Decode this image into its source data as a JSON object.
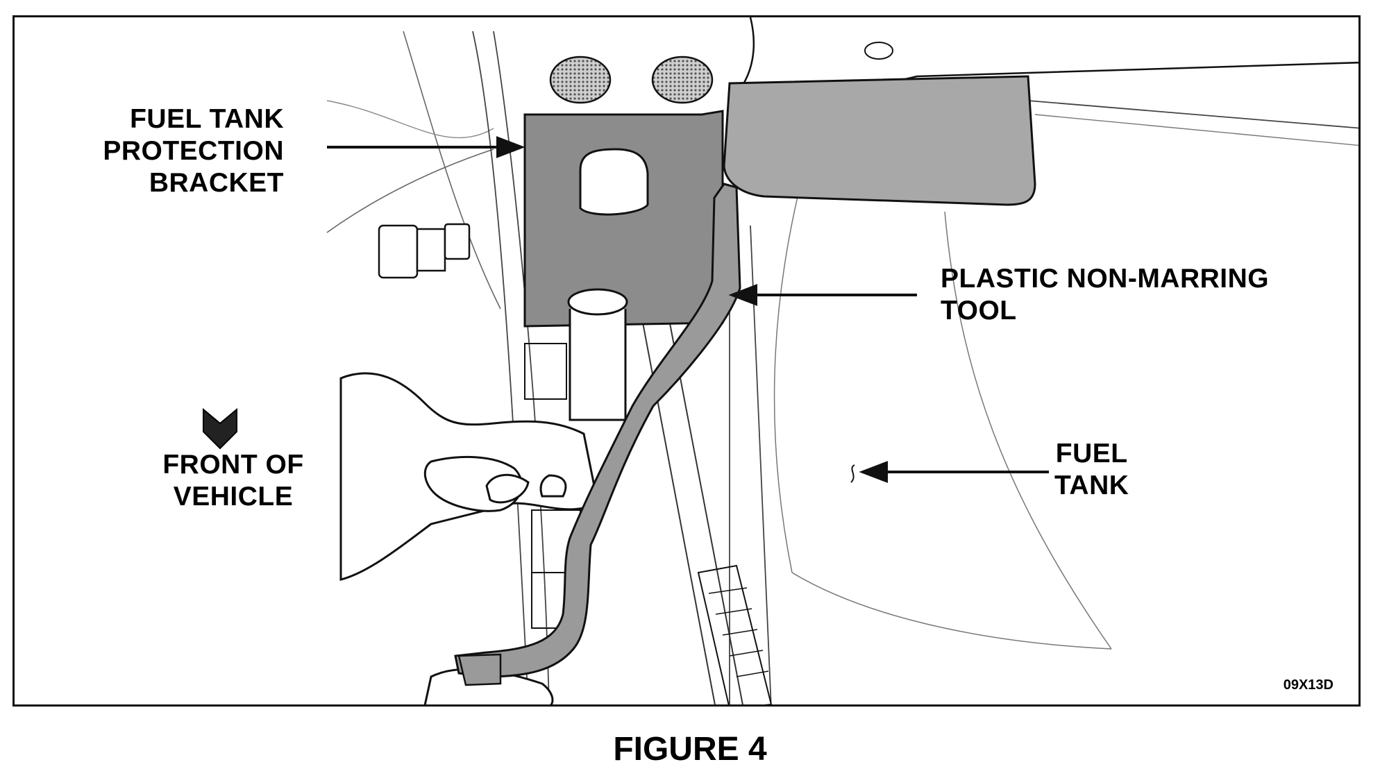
{
  "labels": {
    "bracket": "FUEL TANK\nPROTECTION\nBRACKET",
    "tool": "PLASTIC NON-MARRING\nTOOL",
    "front": "FRONT OF\nVEHICLE",
    "tank": "FUEL\nTANK"
  },
  "figure_code": "09X13D",
  "caption": "FIGURE 4",
  "colors": {
    "line": "#111111",
    "bracket_fill": "#8c8c8c",
    "tool_fill": "#9a9a9a",
    "panel_fill": "#a8a8a8"
  }
}
